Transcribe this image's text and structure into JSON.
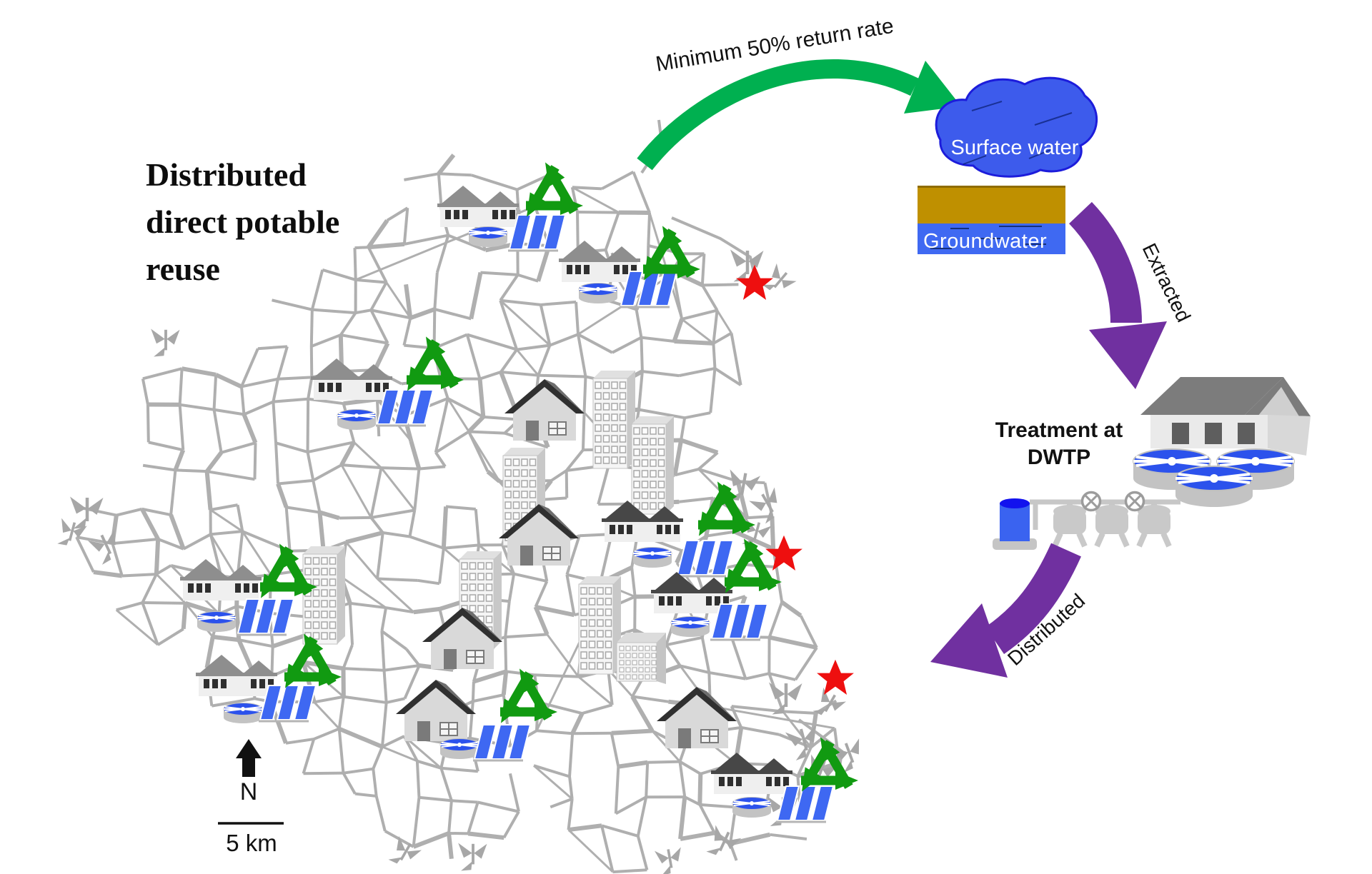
{
  "title": {
    "line1": "Distributed",
    "line2": "direct potable",
    "line3": "reuse"
  },
  "flow": {
    "return_label": "Minimum 50% return rate",
    "surface_water": "Surface water",
    "groundwater": "Groundwater",
    "extracted": "Extracted",
    "treatment_line1": "Treatment at",
    "treatment_line2": "DWTP",
    "distributed": "Distributed"
  },
  "legend": {
    "north": "N",
    "scale": "5 km"
  },
  "colors": {
    "arrow_green": "#00B050",
    "arrow_purple": "#7030A0",
    "recycle_green": "#119A11",
    "surface_fill": "#3D5BEC",
    "surface_stroke": "#1C1CDB",
    "ground_gold": "#BF9000",
    "ground_gold_edge": "#8F6C00",
    "ground_blue": "#3F69F2",
    "panel_blue": "#3E68F2",
    "clarifier_blue": "#2C52EC",
    "cylinder_blue": "#3A63F0",
    "cylinder_top": "#1212EE",
    "star_red": "#EE0F0F",
    "road_gray": "#AFAFAF",
    "structure_gray": "#C9C9C9",
    "roof_light": "#8E8E8E",
    "roof_dark": "#474747",
    "text": "#111111"
  },
  "map": {
    "sites": [
      {
        "house": [
          669,
          289
        ],
        "house_style": "light",
        "recycle": [
          772,
          273
        ],
        "panels": [
          747,
          325
        ],
        "clarifier": [
          683,
          326
        ]
      },
      {
        "house": [
          839,
          366
        ],
        "house_style": "light",
        "recycle": [
          936,
          362
        ],
        "panels": [
          903,
          404
        ],
        "clarifier": [
          837,
          405
        ]
      },
      {
        "house": [
          492,
          531
        ],
        "house_style": "light",
        "recycle": [
          605,
          517
        ],
        "panels": [
          562,
          570
        ],
        "clarifier": [
          499,
          582
        ]
      },
      {
        "house": [
          309,
          812
        ],
        "house_style": "light",
        "recycle": [
          400,
          807
        ],
        "panels": [
          367,
          863
        ],
        "clarifier": [
          303,
          865
        ]
      },
      {
        "house": [
          331,
          946
        ],
        "house_style": "light",
        "recycle": [
          434,
          933
        ],
        "panels": [
          398,
          984
        ],
        "clarifier": [
          340,
          993
        ]
      },
      {
        "house": [
          899,
          730
        ],
        "house_style": "dark",
        "recycle": [
          1013,
          720
        ],
        "panels": [
          982,
          781
        ],
        "clarifier": [
          913,
          775
        ]
      },
      {
        "house": [
          968,
          830
        ],
        "house_style": "dark",
        "recycle": [
          1050,
          800
        ],
        "panels": [
          1030,
          870
        ],
        "clarifier": [
          966,
          872
        ]
      },
      {
        "house": [
          1052,
          1083
        ],
        "house_style": "dark",
        "recycle": [
          1157,
          1078
        ],
        "panels": [
          1122,
          1125
        ],
        "clarifier": [
          1052,
          1125
        ]
      },
      {
        "house": [
          610,
          998
        ],
        "house_style": "big",
        "recycle": [
          736,
          982
        ],
        "panels": [
          698,
          1039
        ],
        "clarifier": [
          643,
          1043
        ]
      }
    ],
    "stars": [
      [
        1056,
        398
      ],
      [
        1097,
        777
      ],
      [
        1169,
        951
      ]
    ],
    "towers": [
      [
        858,
        592
      ],
      [
        912,
        656
      ],
      [
        732,
        700
      ],
      [
        671,
        845
      ],
      [
        452,
        838
      ],
      [
        838,
        880
      ]
    ],
    "cube_buildings": [
      [
        895,
        918
      ]
    ],
    "big_houses": [
      [
        762,
        577
      ],
      [
        754,
        752
      ],
      [
        647,
        897
      ],
      [
        975,
        1008
      ]
    ]
  }
}
